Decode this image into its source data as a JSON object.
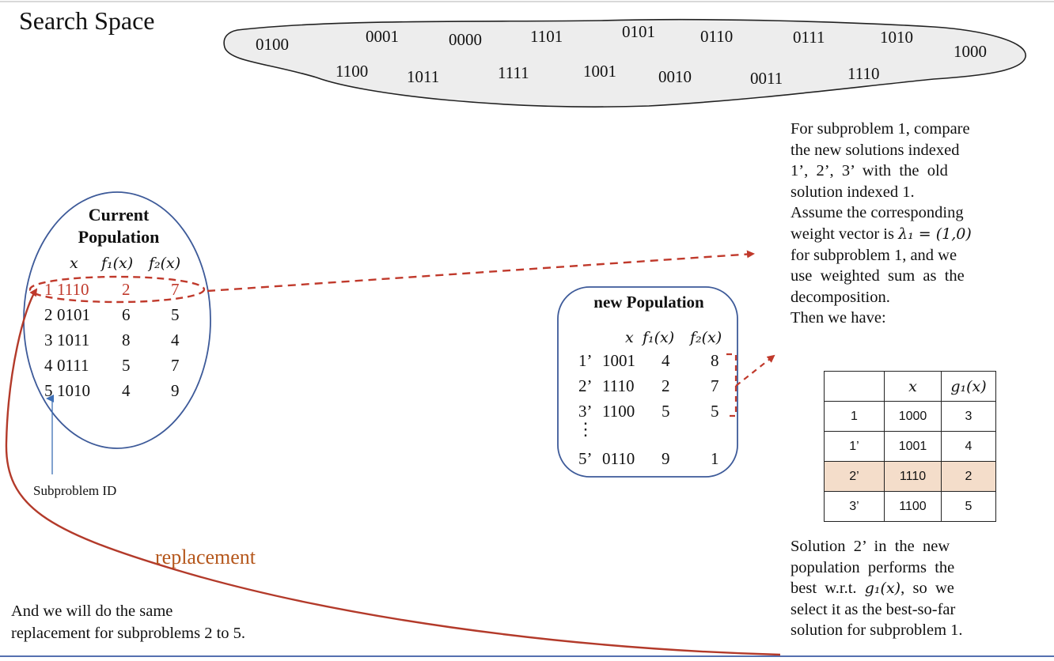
{
  "title": "Search Space",
  "search_space": {
    "codes": [
      "0100",
      "0001",
      "0000",
      "1101",
      "0101",
      "0110",
      "0111",
      "1010",
      "1000",
      "1100",
      "1011",
      "1111",
      "1001",
      "0010",
      "0011",
      "1110"
    ]
  },
  "current_population": {
    "heading_line1": "Current",
    "heading_line2": "Population",
    "col_x": "x",
    "col_f1": "f₁(x)",
    "col_f2": "f₂(x)",
    "rows": [
      {
        "id": "1",
        "x": "1110",
        "f1": "2",
        "f2": "7"
      },
      {
        "id": "2",
        "x": "0101",
        "f1": "6",
        "f2": "5"
      },
      {
        "id": "3",
        "x": "1011",
        "f1": "8",
        "f2": "4"
      },
      {
        "id": "4",
        "x": "0111",
        "f1": "5",
        "f2": "7"
      },
      {
        "id": "5",
        "x": "1010",
        "f1": "4",
        "f2": "9"
      }
    ]
  },
  "subproblem_id_label": "Subproblem ID",
  "new_population": {
    "heading": "new Population",
    "col_x": "x",
    "col_f1": "f₁(x)",
    "col_f2": "f₂(x)",
    "rows": [
      {
        "id": "1’",
        "x": "1001",
        "f1": "4",
        "f2": "8"
      },
      {
        "id": "2’",
        "x": "1110",
        "f1": "2",
        "f2": "7"
      },
      {
        "id": "3’",
        "x": "1100",
        "f1": "5",
        "f2": "5"
      },
      {
        "id": "5’",
        "x": "0110",
        "f1": "9",
        "f2": "1"
      }
    ],
    "ellipsis": "⋮"
  },
  "explanation": {
    "line1": "For subproblem 1, compare",
    "line2": "the new solutions indexed",
    "line3": "1’,  2’,  3’  with  the  old",
    "line4": "solution indexed 1.",
    "line5": "Assume the corresponding",
    "line6a": "weight vector is ",
    "line6b": "λ₁ = (1,0)",
    "line7": "for subproblem 1, and we",
    "line8": "use  weighted  sum  as  the",
    "line9": "decomposition.",
    "line10": "Then we have:"
  },
  "g_table": {
    "header": [
      "",
      "x",
      "g₁(x)"
    ],
    "rows": [
      [
        "1",
        "1000",
        "3"
      ],
      [
        "1’",
        "1001",
        "4"
      ],
      [
        "2’",
        "1110",
        "2"
      ],
      [
        "3’",
        "1100",
        "5"
      ]
    ],
    "highlight_color": "#f4ddca"
  },
  "conclusion": {
    "line1": "Solution  2’  in  the  new",
    "line2": "population  performs  the",
    "line3a": "best  w.r.t.  ",
    "line3b": "g₁(x)",
    "line3c": ",  so  we",
    "line4": "select it as the best-so-far",
    "line5": "solution for subproblem 1."
  },
  "replacement_label": "replacement",
  "bottom_note": {
    "line1": "And we will do the same",
    "line2": "replacement for subproblems 2 to 5."
  },
  "colors": {
    "highlight_red": "#c0392b",
    "ellipse_blue": "#3d5a99",
    "replacement_text": "#b5571c"
  }
}
